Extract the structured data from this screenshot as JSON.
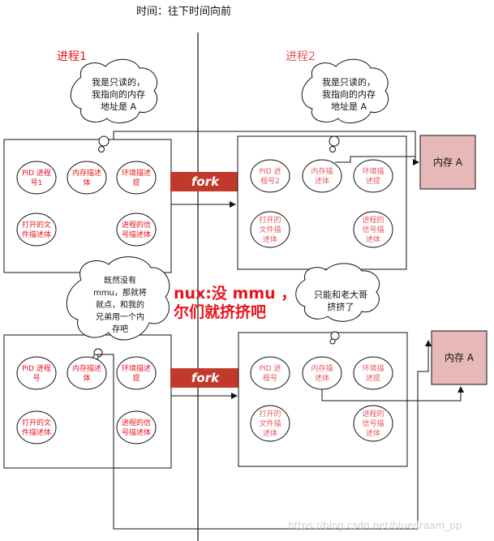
{
  "header": {
    "time_note": "时间：往下时间向前"
  },
  "labels": {
    "parent_process": "进程1",
    "child_process": "进程2"
  },
  "thought_bubbles": {
    "parent_top": [
      "我是只读的，",
      "我指向的内存",
      "地址是 A"
    ],
    "child_top": [
      "我是只读的，",
      "我指向的内存",
      "地址是 A"
    ],
    "parent_bottom": [
      "既然没有",
      "mmu，那就将",
      "就点，和我的",
      "兄弟用一个内",
      "存吧"
    ],
    "child_bottom": [
      "只能和老大哥",
      "挤挤了"
    ]
  },
  "process_items": {
    "pid": [
      "PID 进程",
      "号1"
    ],
    "pid_child": [
      "PID 进",
      "程号2"
    ],
    "pid_plain": [
      "PID 进程",
      "号"
    ],
    "pid_child_bottom": [
      "PID 进",
      "程号"
    ],
    "memory": [
      "内存描述",
      "体"
    ],
    "memory_child": [
      "内存描",
      "述体"
    ],
    "env": [
      "环境描述",
      "提"
    ],
    "env_child": [
      "环境描",
      "述提"
    ],
    "files": [
      "打开的文",
      "件描述体"
    ],
    "files_child": [
      "打开的",
      "文件描",
      "述体"
    ],
    "signals": [
      "进程的信",
      "号描述体"
    ],
    "signals_child": [
      "进程的",
      "信号描",
      "述体"
    ]
  },
  "fork_label": "fork",
  "memory_blocks": {
    "top": "内存 A",
    "bottom": "内存 A"
  },
  "overlay_text": {
    "line1": "nux:没 mmu ，",
    "line2": "尔们就挤挤吧"
  },
  "watermark": "https://blog.csdn.net/bluedraam_pp",
  "colors": {
    "red_text": "#e8141c",
    "faded_red": "#e8585e",
    "memory_fill": "#e6b9b8",
    "fork_bg": "#c0392b"
  }
}
